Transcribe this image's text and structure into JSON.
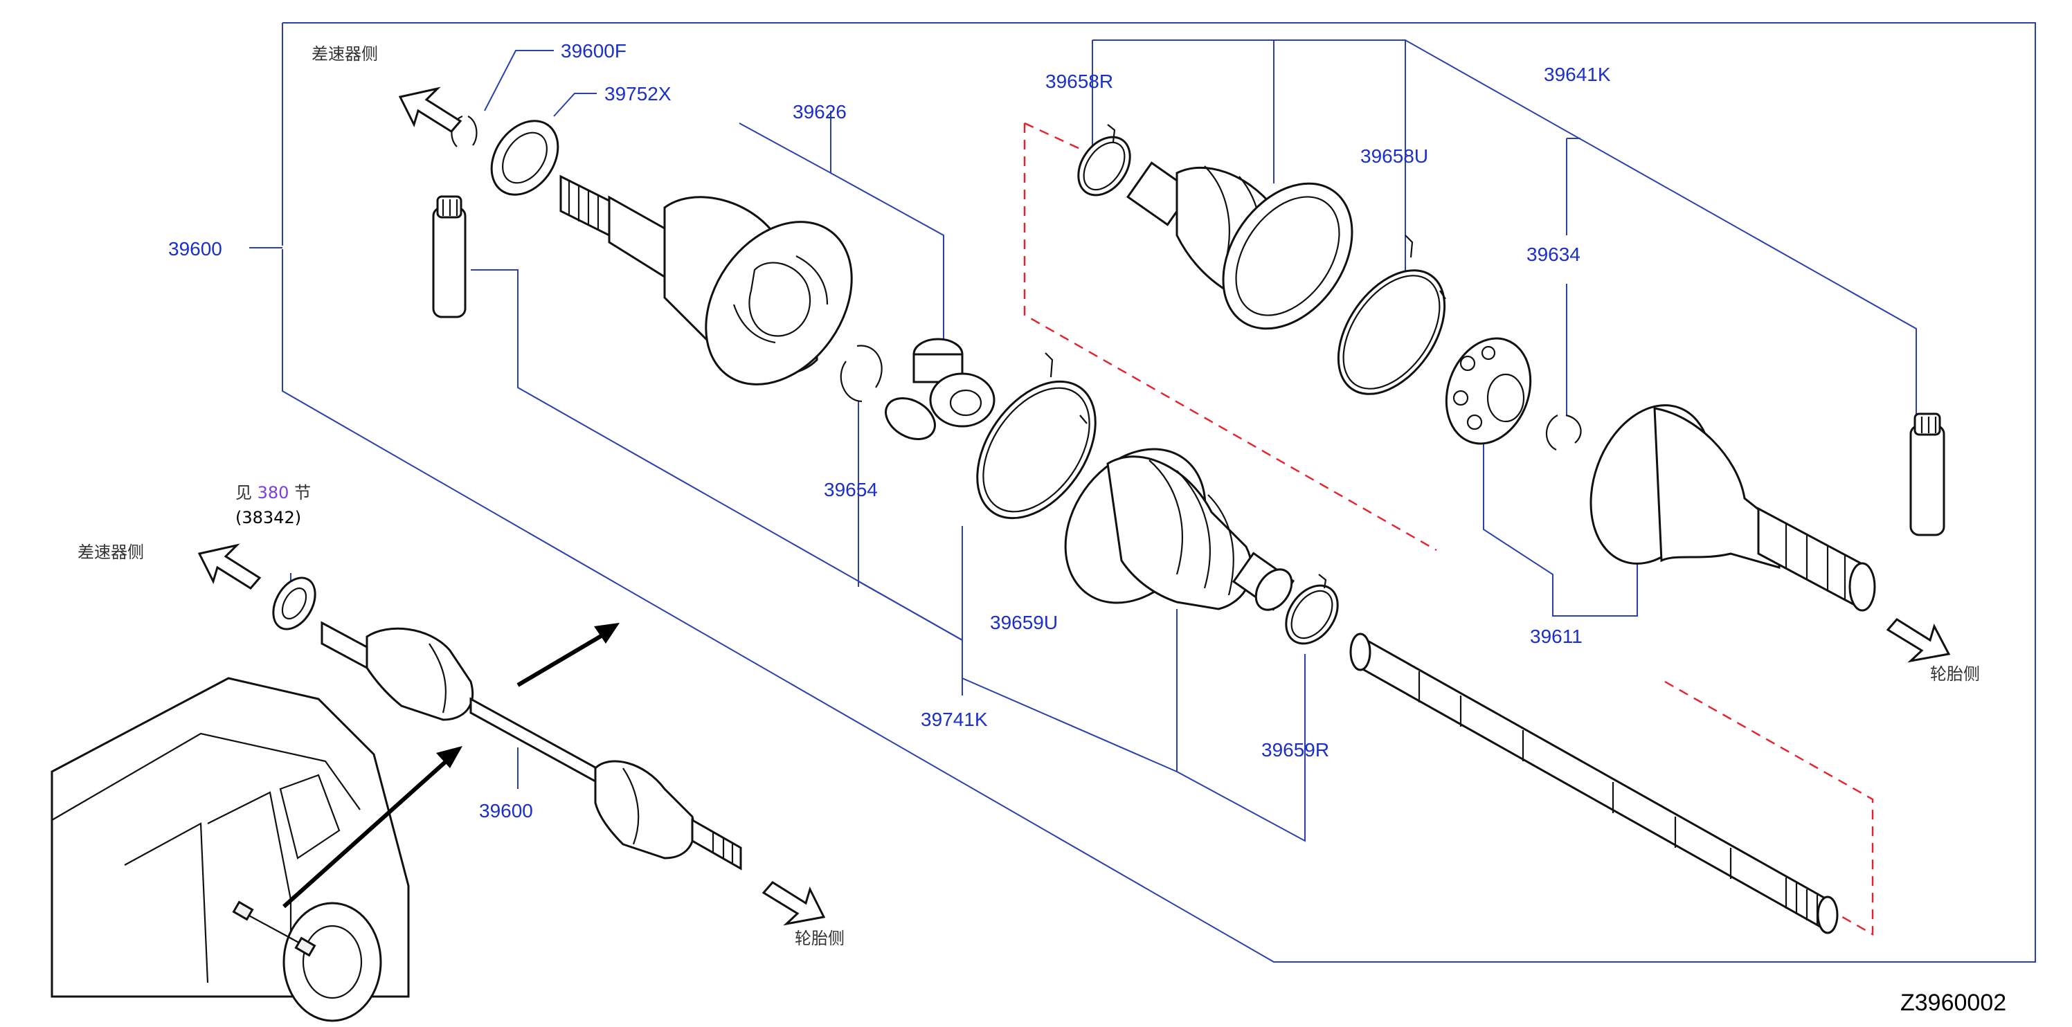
{
  "diagram": {
    "figure_code": "Z3960002",
    "see_section": {
      "prefix": "见",
      "number": "380",
      "suffix": "节",
      "part": "(38342)"
    },
    "directions": {
      "diff_side_upper": "差速器侧",
      "diff_side_lower": "差速器侧",
      "wheel_side_right": "轮胎侧",
      "wheel_side_lower": "轮胎侧"
    },
    "part_labels": {
      "p39600F": "39600F",
      "p39752X": "39752X",
      "p39626": "39626",
      "p39658R": "39658R",
      "p39641K": "39641K",
      "p39658U": "39658U",
      "p39634": "39634",
      "p39600_main": "39600",
      "p39654": "39654",
      "p39659U": "39659U",
      "p39741K": "39741K",
      "p39611": "39611",
      "p39659R": "39659R",
      "p39600_inset": "39600"
    },
    "colors": {
      "labels": "#1a2fcc",
      "leaders": "#2a3fb0",
      "dashed_guides": "#e8202a",
      "linework": "#111111",
      "reference_number": "#7a3fe0"
    }
  }
}
